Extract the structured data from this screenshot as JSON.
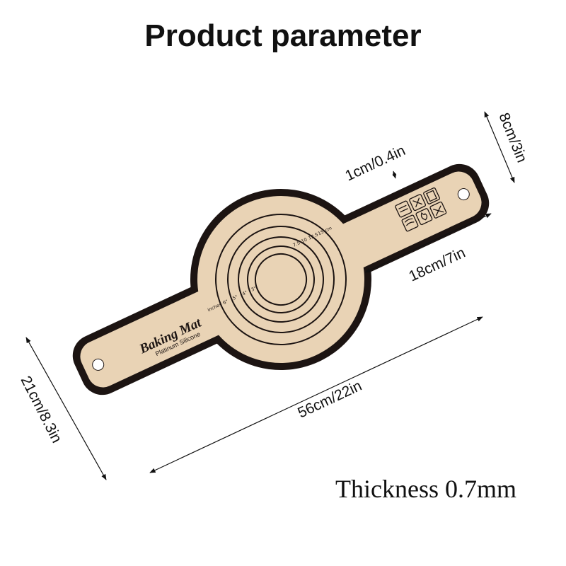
{
  "title": "Product parameter",
  "mat": {
    "brand": "Baking Mat",
    "subtitle": "Platinum Silicone",
    "inch_prefix": "inches",
    "inch_marks": [
      "6\"",
      "5\"",
      "4\"",
      "3\""
    ],
    "cm_marks": [
      "7.5",
      "10",
      "12.5",
      "15",
      "cm"
    ],
    "border_color": "#1c1412",
    "surface_color": "#e9d3b5",
    "icons": [
      "oven-icon",
      "no-cut-icon",
      "freezer-icon",
      "microwave-icon",
      "no-fire-icon",
      "dishwasher-icon"
    ]
  },
  "dimensions": {
    "strap_thickness": "1cm/0.4in",
    "handle_width": "8cm/3in",
    "handle_length": "18cm/7in",
    "total_length": "56cm/22in",
    "circle_width": "21cm/8.3in"
  },
  "thickness": "Thickness 0.7mm"
}
